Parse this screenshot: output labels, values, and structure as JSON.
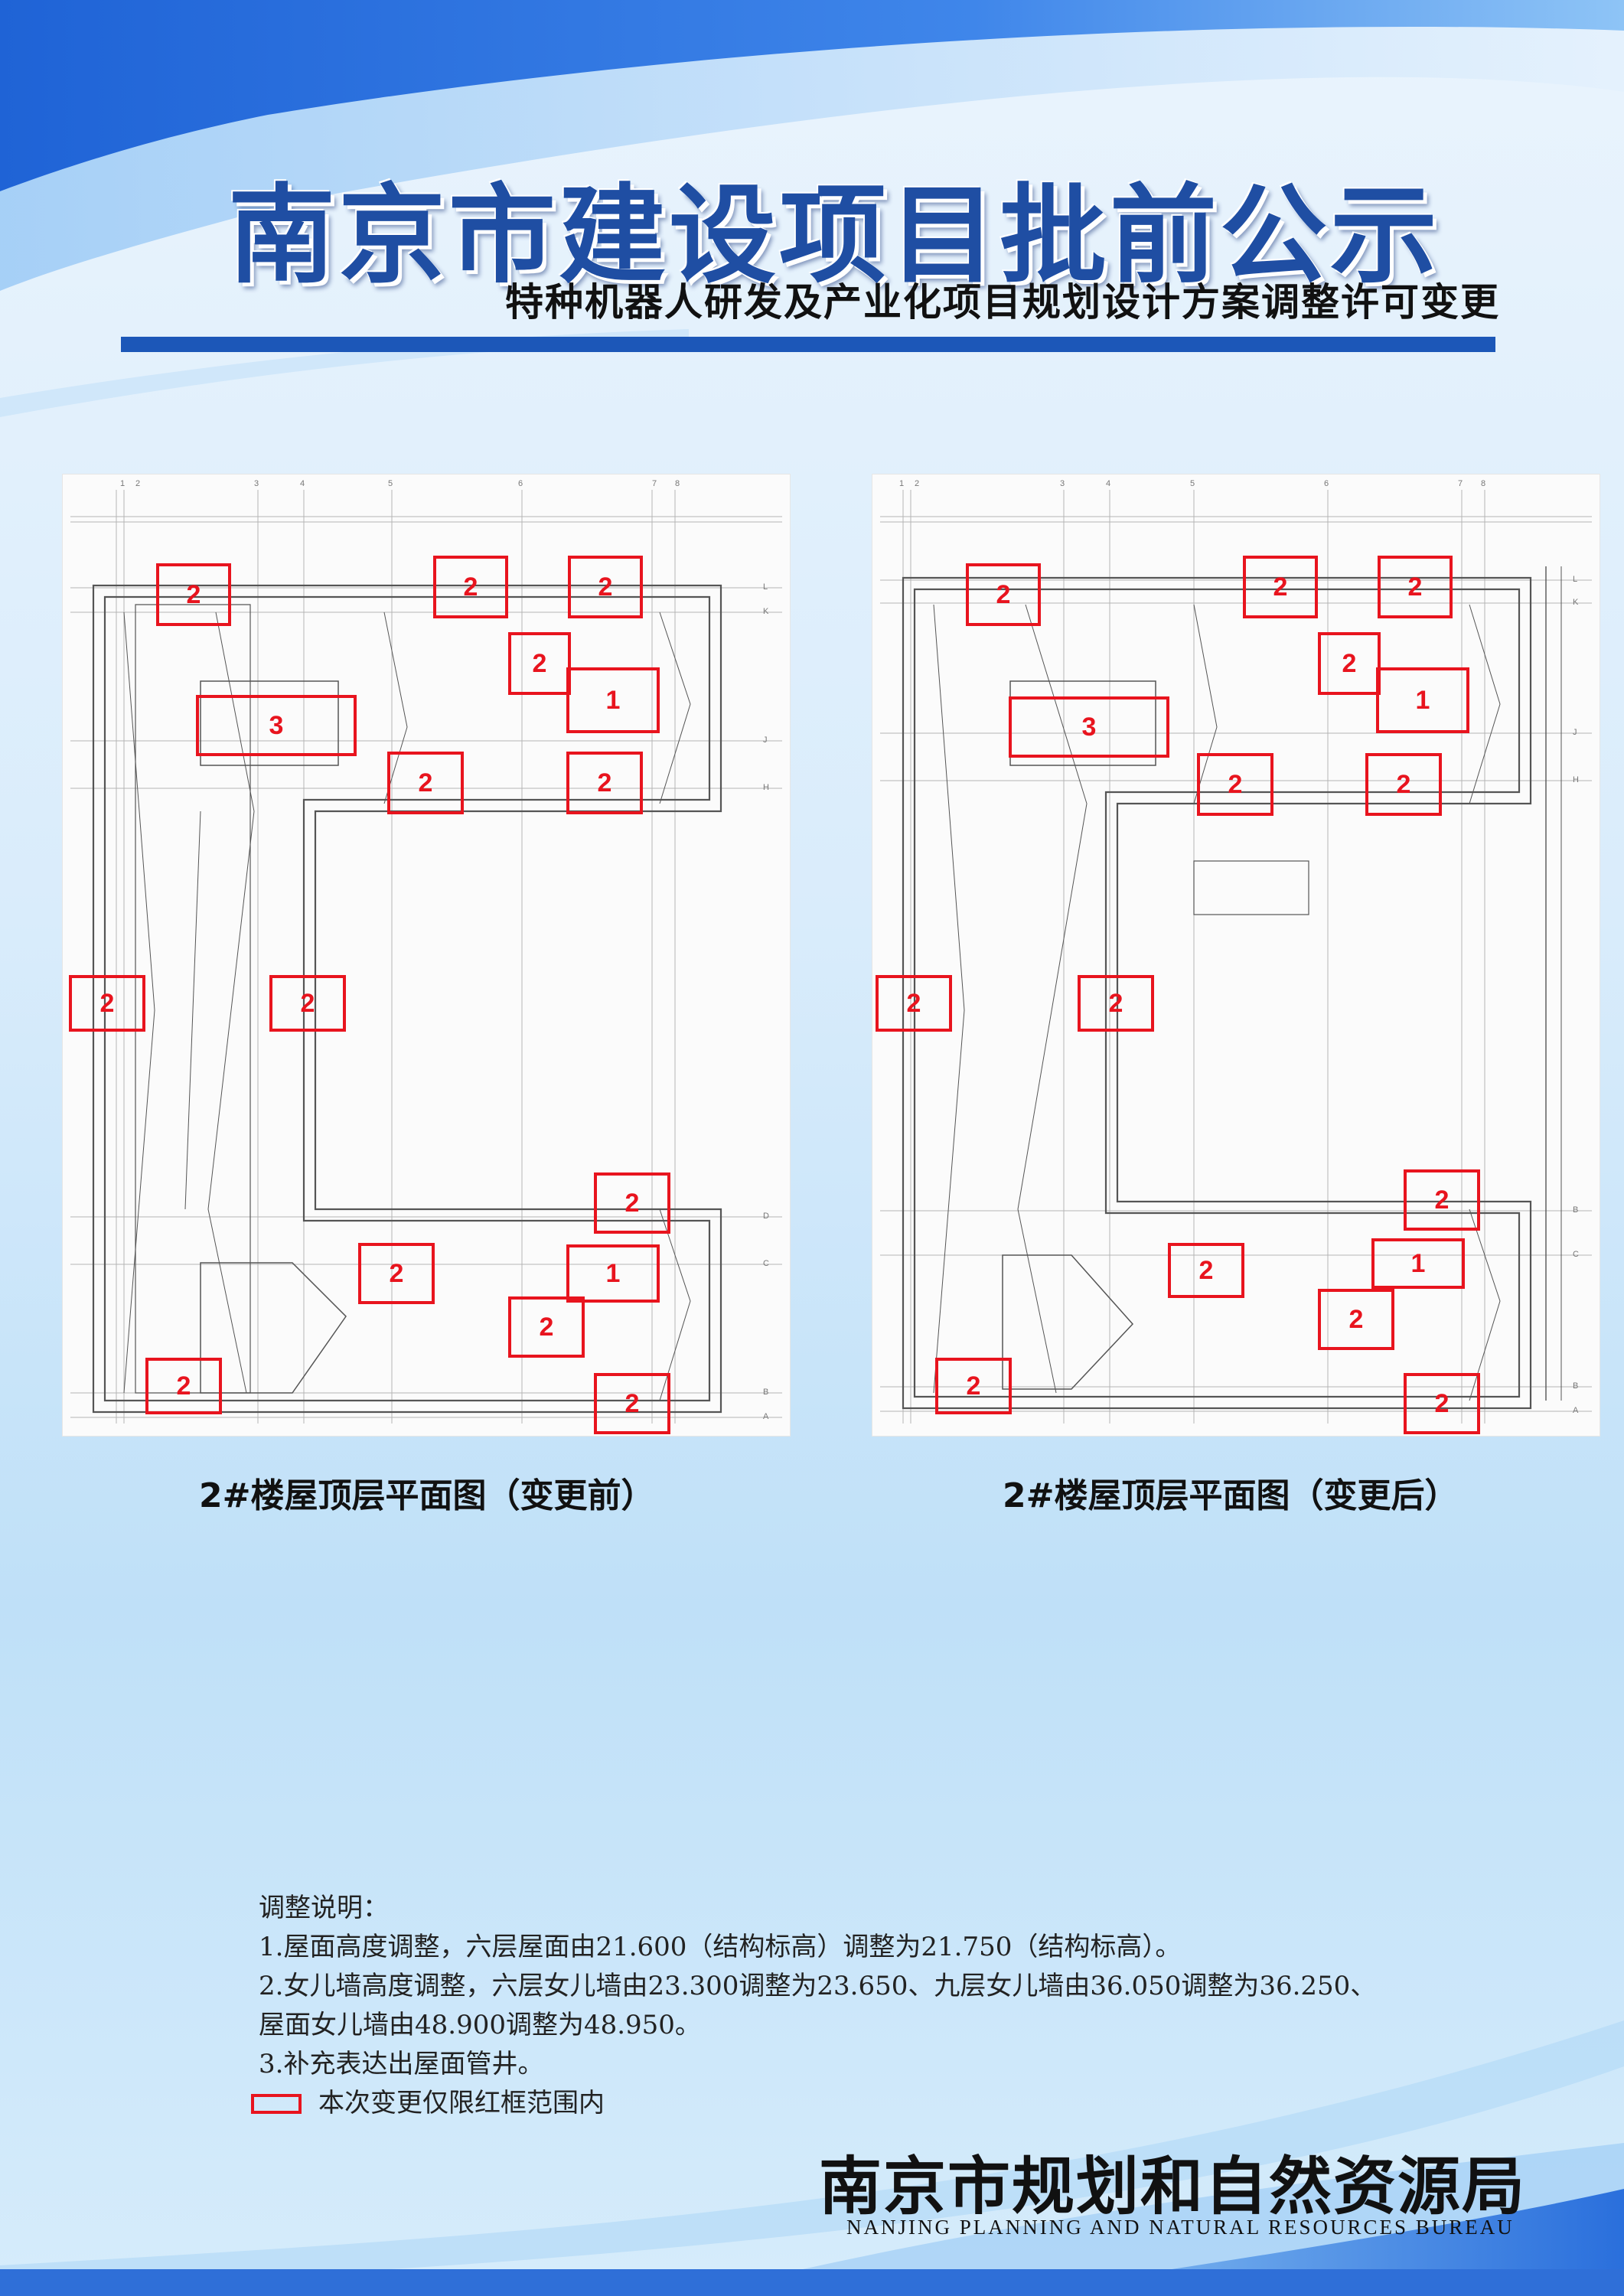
{
  "header": {
    "title": "南京市建设项目批前公示",
    "subtitle": "特种机器人研发及产业化项目规划设计方案调整许可变更"
  },
  "plans": [
    {
      "caption": "2#楼屋顶层平面图（变更前）",
      "markers": [
        "2",
        "2",
        "2",
        "2",
        "1",
        "3",
        "2",
        "2",
        "2",
        "2",
        "2",
        "1",
        "2",
        "2",
        "2",
        "2"
      ]
    },
    {
      "caption": "2#楼屋顶层平面图（变更后）",
      "markers": [
        "2",
        "2",
        "2",
        "2",
        "1",
        "3",
        "2",
        "2",
        "2",
        "2",
        "2",
        "1",
        "2",
        "2",
        "2",
        "2"
      ]
    }
  ],
  "notes": {
    "heading": "调整说明：",
    "line1": "1.屋面高度调整，六层屋面由21.600（结构标高）调整为21.750（结构标高）。",
    "line2": "2.女儿墙高度调整，六层女儿墙由23.300调整为23.650、九层女儿墙由36.050调整为36.250、",
    "line3": "屋面女儿墙由48.900调整为48.950。",
    "line4": "3.补充表达出屋面管井。",
    "legend": "本次变更仅限红框范围内"
  },
  "footer": {
    "name_cn": "南京市规划和自然资源局",
    "name_en": "NANJING PLANNING AND NATURAL RESOURCES BUREAU"
  },
  "colors": {
    "accent_blue": "#1c57b8",
    "marker_red": "#e8141e"
  }
}
